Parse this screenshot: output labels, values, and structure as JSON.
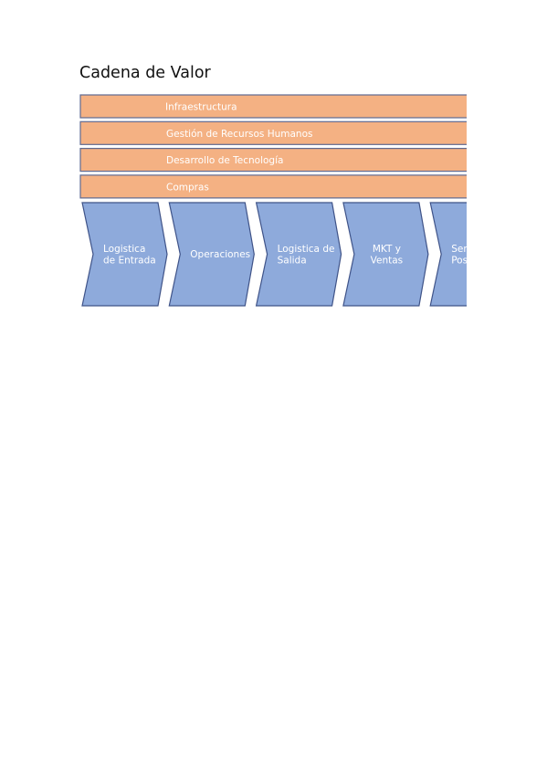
{
  "title": "Cadena de Valor",
  "support_activities": [
    "Infraestructura",
    "Gestión de Recursos Humanos",
    "Desarrollo de Tecnología",
    "Compras"
  ],
  "primary_activities": [
    [
      "Logistica",
      "de Entrada"
    ],
    [
      "Operaciones"
    ],
    [
      "Logistica de",
      "Salida"
    ],
    [
      "MKT y",
      "Ventas"
    ],
    [
      "Servicio",
      "Post-venta"
    ]
  ],
  "colors": {
    "support_fill": "#f4b183",
    "primary_fill": "#8eaadb",
    "border": "#3f5388"
  }
}
